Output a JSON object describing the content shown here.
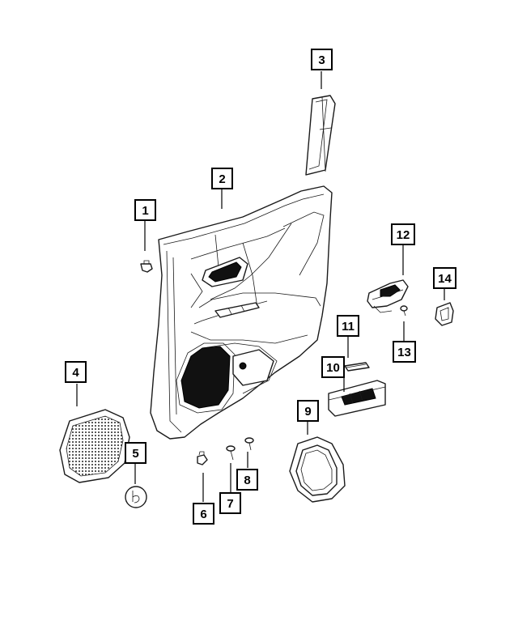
{
  "callouts": {
    "c1": "1",
    "c2": "2",
    "c3": "3",
    "c4": "4",
    "c5": "5",
    "c6": "6",
    "c7": "7",
    "c8": "8",
    "c9": "9",
    "c10": "10",
    "c11": "11",
    "c12": "12",
    "c13": "13",
    "c14": "14"
  },
  "parts": [
    "push-pin",
    "door-trim-panel",
    "trim-strip",
    "speaker-grille",
    "speaker-badge",
    "push-pin-clip",
    "screw",
    "screw",
    "speaker-bezel",
    "switch-bezel",
    "switch-cover",
    "door-handle",
    "screw",
    "handle-bezel"
  ]
}
